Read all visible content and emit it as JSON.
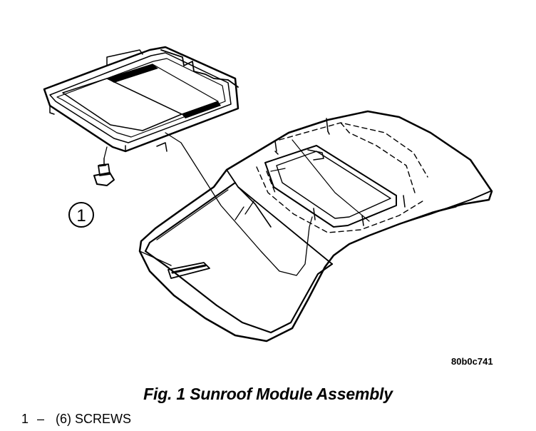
{
  "figure": {
    "callout_number": "1",
    "reference_code": "80b0c741",
    "caption": "Fig. 1 Sunroof Module Assembly"
  },
  "legend": [
    {
      "number": "1",
      "separator": "–",
      "text": "(6) SCREWS"
    }
  ]
}
